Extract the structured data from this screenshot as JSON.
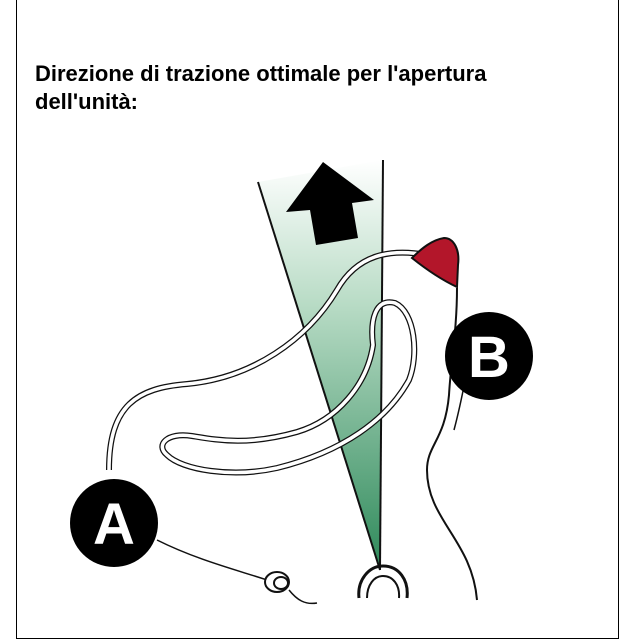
{
  "title": "Direzione di trazione ottimale per l'apertura dell'unità:",
  "labels": {
    "a": "A",
    "b": "B"
  },
  "colors": {
    "arrow_fill": "#000000",
    "direction_gradient_dark": "#2f8a5b",
    "direction_gradient_light": "#ffffff",
    "release_tab": "#b3162a"
  },
  "icons": [
    "pull-direction-arrow-icon",
    "release-tab-icon"
  ]
}
